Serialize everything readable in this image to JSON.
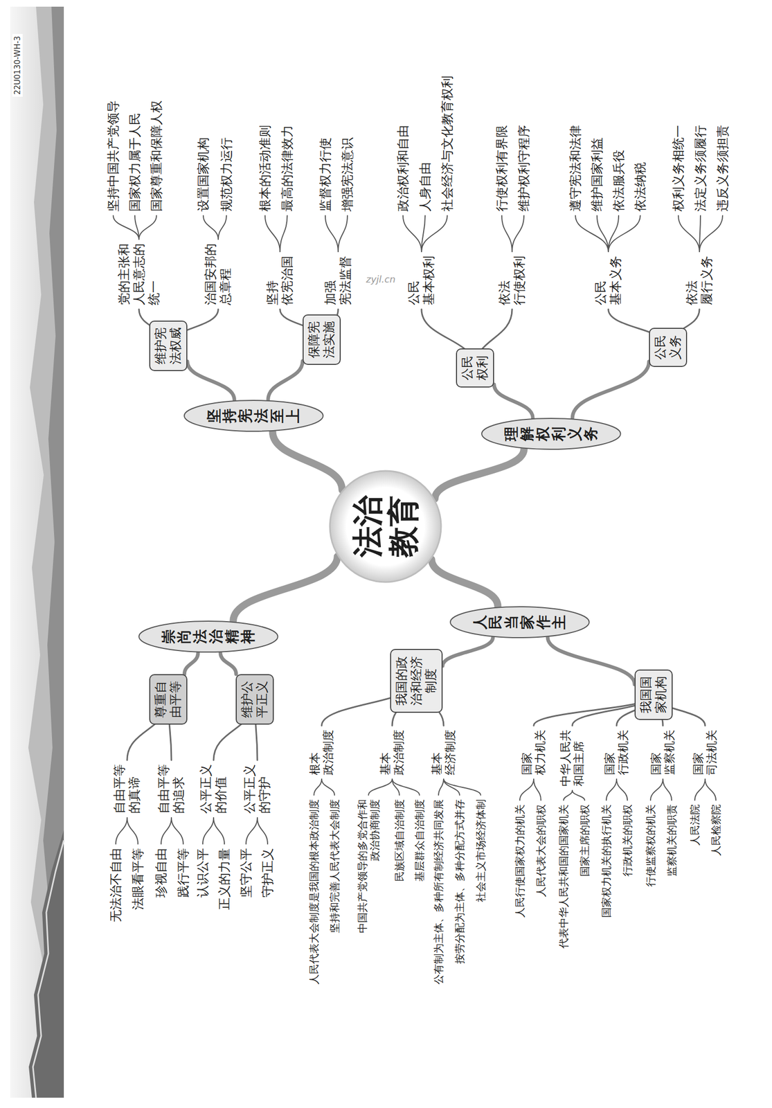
{
  "diagram": {
    "nodes": [
      {
        "text": [
          "法治 教育"
        ]
      },
      {
        "text": [
          "坚持宪法至上"
        ]
      },
      {
        "text": [
          "维护宪 法权威"
        ]
      },
      {
        "text": [
          "保障宪 法实施"
        ]
      },
      {
        "text": [
          "理解权利义务"
        ]
      },
      {
        "text": [
          "公民 权利"
        ]
      },
      {
        "text": [
          "公民 义务"
        ]
      },
      {
        "text": [
          "崇尚法治精神"
        ]
      },
      {
        "text": [
          "尊重自 由平等"
        ]
      },
      {
        "text": [
          "维护公 平正义"
        ]
      },
      {
        "text": [
          "人民当家作主"
        ]
      },
      {
        "text": [
          "我国的政 治和经济 制度"
        ]
      },
      {
        "text": [
          "我国国 家机构"
        ]
      }
    ],
    "edges": [
      {
        "from": 0,
        "to": 1,
        "arrow": "none"
      },
      {
        "from": 0,
        "to": 4,
        "arrow": "none"
      },
      {
        "from": 0,
        "to": 7,
        "arrow": "none"
      },
      {
        "from": 0,
        "to": 10,
        "arrow": "none"
      },
      {
        "from": 1,
        "to": 2,
        "arrow": "none"
      },
      {
        "from": 1,
        "to": 3,
        "arrow": "none"
      },
      {
        "from": 4,
        "to": 5,
        "arrow": "none"
      },
      {
        "from": 4,
        "to": 6,
        "arrow": "none"
      },
      {
        "from": 7,
        "to": 8,
        "arrow": "none"
      },
      {
        "from": 7,
        "to": 9,
        "arrow": "none"
      },
      {
        "from": 10,
        "to": 11,
        "arrow": "none"
      },
      {
        "from": 10,
        "to": 12,
        "arrow": "none"
      }
    ],
    "labels": [
      "22U0130-WH-3",
      "党的主张和 人民意志的 统一",
      "坚持中国共产党领导",
      "国家权力属于人民",
      "国家尊重和保障人权",
      "治国安邦的 总章程",
      "设置国家机构",
      "规范权力运行",
      "坚持 依宪治国",
      "根本的活动准则",
      "最高的法律效力",
      "加强 宪法监督",
      "监督权力行使",
      "增强宪法意识",
      "zyjl.cn",
      "公民 基本权利",
      "政治权利和自由",
      "人身自由",
      "社会经济与文化教育权利",
      "依法 行使权利",
      "行使权利有界限",
      "维护权利守程序",
      "公民 基本义务",
      "遵守宪法和法律",
      "维护国家利益",
      "依法服兵役",
      "依法纳税",
      "依法 履行义务",
      "权利义务相统一",
      "法定义务须履行",
      "违反义务须担责",
      "自由平等 的真谛",
      "无法治不自由",
      "法眼看平等",
      "自由平等 的追求",
      "珍视自由",
      "践行平等",
      "公平正义 的价值",
      "认识公平",
      "正义的力量",
      "公平正义 的守护",
      "坚守公平",
      "守护正义",
      "根本 政治制度",
      "人民代表大会制度是我国的根本政治制度",
      "坚持和完善人民代表大会制度",
      "基本 政治制度",
      "中国共产党领导的多党合作和 政治协商制度",
      "民族区域自治制度",
      "基层群众自治制度",
      "基本 经济制度",
      "公有制为主体、多种所有制经济共同发展",
      "按劳分配为主体、多种分配方式并存",
      "社会主义市场经济体制",
      "国家 权力机关",
      "人民行使国家权力的机关",
      "人民代表大会的职权",
      "中华人民共 和国主席",
      "代表中华人民共和国的国家机关",
      "国家主席的职权",
      "国家 行政机关",
      "国家权力机关的执行机关",
      "行政机关的职权",
      "国家 监察机关",
      "行使监察权的机关",
      "监察机关的职责",
      "国家 司法机关",
      "人民法院",
      "人民检察院"
    ]
  }
}
